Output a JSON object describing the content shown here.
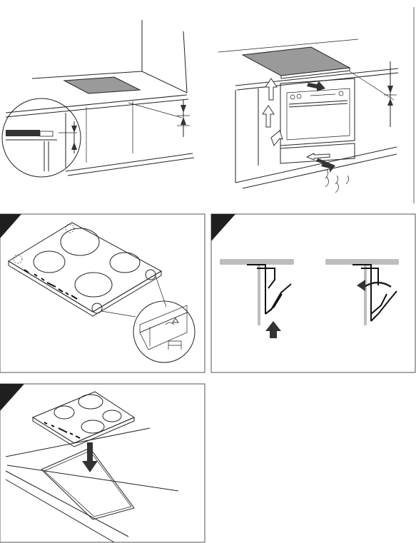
{
  "figure": {
    "panels": [
      {
        "id": "countertop-cutout-with-clearances",
        "icon": "hob-on-countertop-icon"
      },
      {
        "id": "oven-ventilation-airflow",
        "icon": "airflow-arrows-icon"
      },
      {
        "id": "hob-with-mounting-clips",
        "icon": "mounting-clip-icon"
      },
      {
        "id": "clip-spring-adjustment",
        "icon": "spring-clip-icon"
      },
      {
        "id": "insert-hob-into-cutout",
        "icon": "down-arrow-icon"
      }
    ],
    "colors": {
      "line": "#222222",
      "plate": "#9a9a9a",
      "frame": "#555555",
      "corner_tab": "#1f1f1f",
      "mounting_bar": "#bdbdbd"
    }
  }
}
